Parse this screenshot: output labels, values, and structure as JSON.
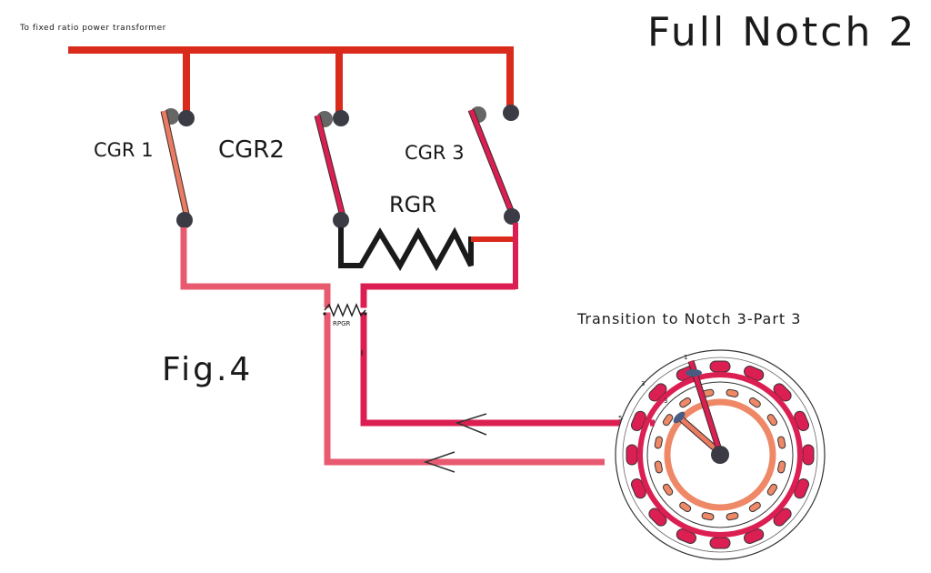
{
  "title": "Full Notch 2",
  "source_label": "To fixed ratio power transformer",
  "figure_label": "Fig.4",
  "transition_label": "Transition to Notch 3-Part 3",
  "switches": {
    "cgr1": "CGR 1",
    "cgr2": "CGR2",
    "cgr3": "CGR 3"
  },
  "resistors": {
    "rgr": "RGR",
    "rpgr": "RPGR"
  },
  "dial_numbers": [
    "1",
    "3",
    "3",
    "5"
  ],
  "colors": {
    "bus_red": "#d92a1c",
    "wire_crimson": "#dc1f52",
    "wire_pink": "#e85a70",
    "arm_salmon": "#e97b63",
    "contact_dark": "#3b3b45",
    "dial_inner": "#ee8866",
    "resistor_black": "#1a1a1a"
  }
}
